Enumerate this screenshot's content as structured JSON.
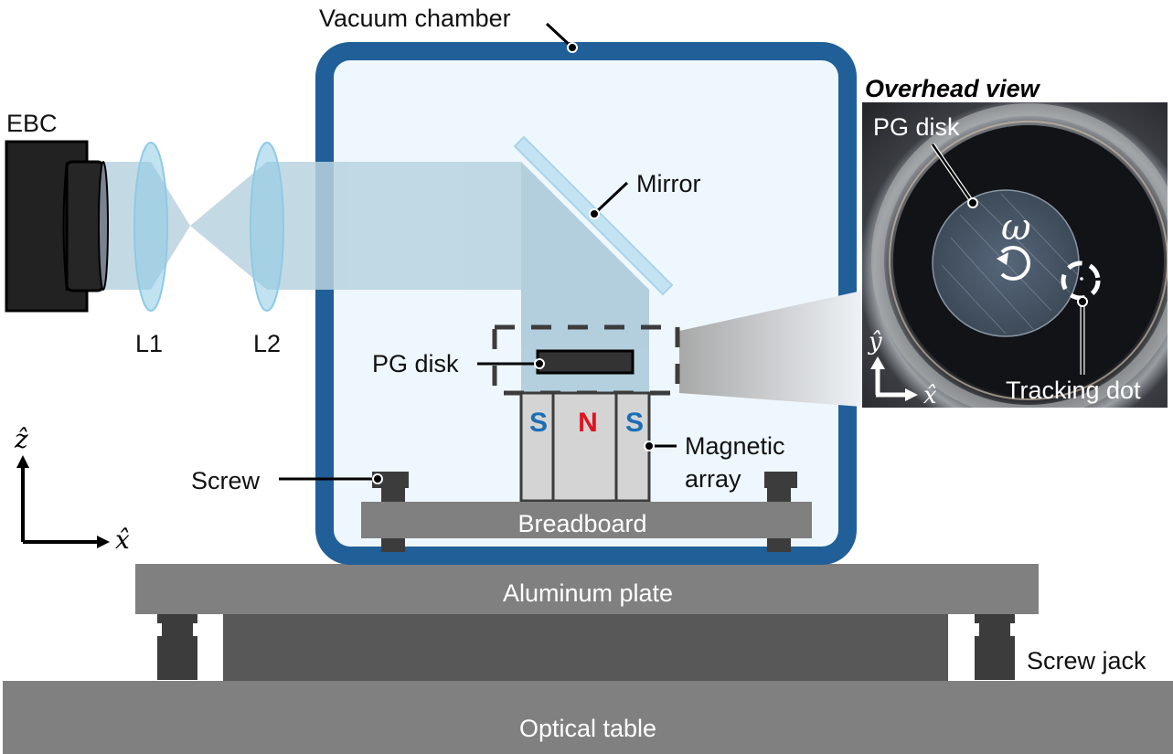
{
  "labels": {
    "camera": "EBC",
    "lens1": "L1",
    "lens2": "L2",
    "vacuum_chamber": "Vacuum chamber",
    "mirror": "Mirror",
    "pg_disk": "PG disk",
    "magnetic_array_line1": "Magnetic",
    "magnetic_array_line2": "array",
    "screw": "Screw",
    "breadboard": "Breadboard",
    "aluminum_plate": "Aluminum plate",
    "screw_jack": "Screw jack",
    "optical_table": "Optical table"
  },
  "magnets": [
    {
      "pole": "S",
      "color": "#1a6fb5"
    },
    {
      "pole": "N",
      "color": "#e0141e"
    },
    {
      "pole": "S",
      "color": "#1a6fb5"
    }
  ],
  "axes_side": {
    "vertical": "ẑ",
    "horizontal": "x̂"
  },
  "overhead": {
    "title": "Overhead view",
    "pg_disk": "PG disk",
    "tracking_dot": "Tracking dot",
    "rotation_symbol": "ω",
    "axes": {
      "vertical": "ŷ",
      "horizontal": "x̂"
    }
  },
  "colors": {
    "chamber_wall": "#215f98",
    "chamber_interior": "#eef7fd",
    "beam": "#b9d3df",
    "lens": "#8ecae6",
    "plate_gray": "#808080",
    "dark_gray": "#3c3c3c"
  }
}
